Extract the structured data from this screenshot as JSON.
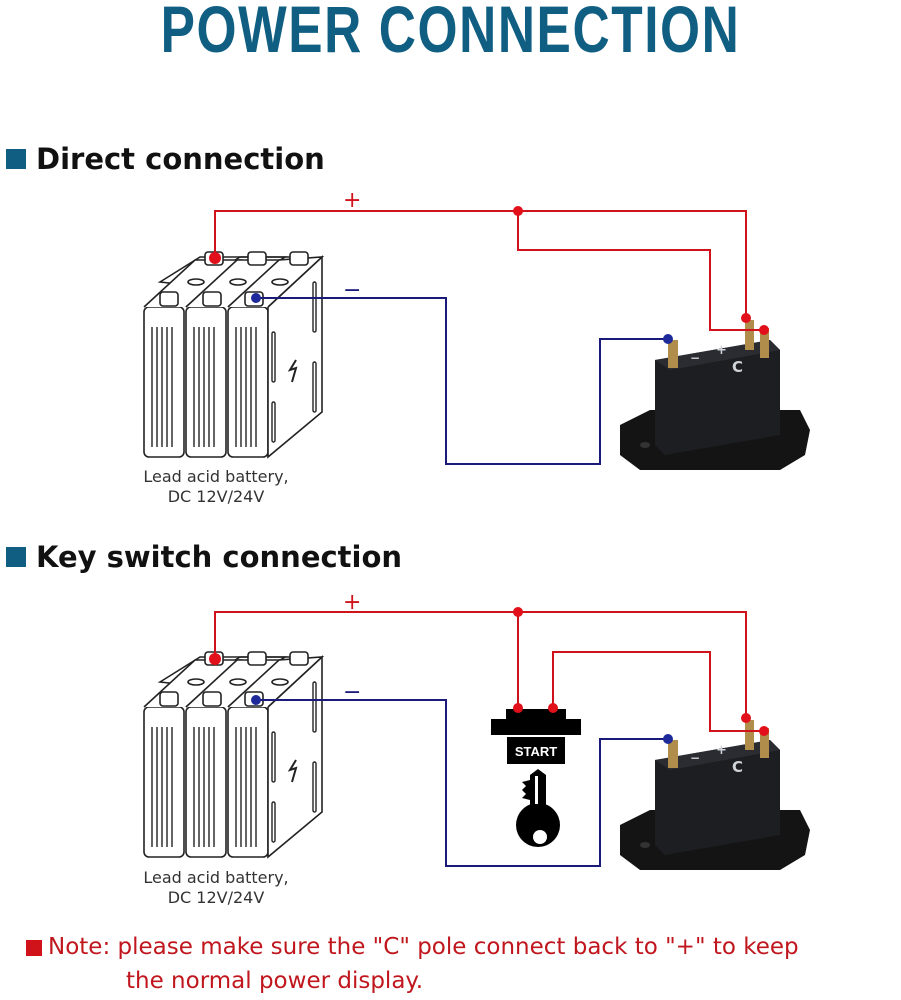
{
  "title": "POWER CONNECTION",
  "colors": {
    "title": "#105f83",
    "positive_wire": "#d0121b",
    "negative_wire": "#1a1a7a",
    "note": "#c0161d"
  },
  "sections": [
    {
      "heading": "Direct connection",
      "battery_label_line1": "Lead acid battery,",
      "battery_label_line2": "DC 12V/24V",
      "plus_label": "+",
      "minus_label": "−",
      "meter_terminals": [
        "−",
        "+",
        "C"
      ]
    },
    {
      "heading": "Key switch connection",
      "battery_label_line1": "Lead acid battery,",
      "battery_label_line2": "DC 12V/24V",
      "plus_label": "+",
      "minus_label": "−",
      "switch_label": "START",
      "meter_terminals": [
        "−",
        "+",
        "C"
      ]
    }
  ],
  "note": {
    "prefix": "Note:",
    "line1": " please make sure the \"C\" pole connect back to \"+\" to keep",
    "line2": "the normal power display."
  }
}
